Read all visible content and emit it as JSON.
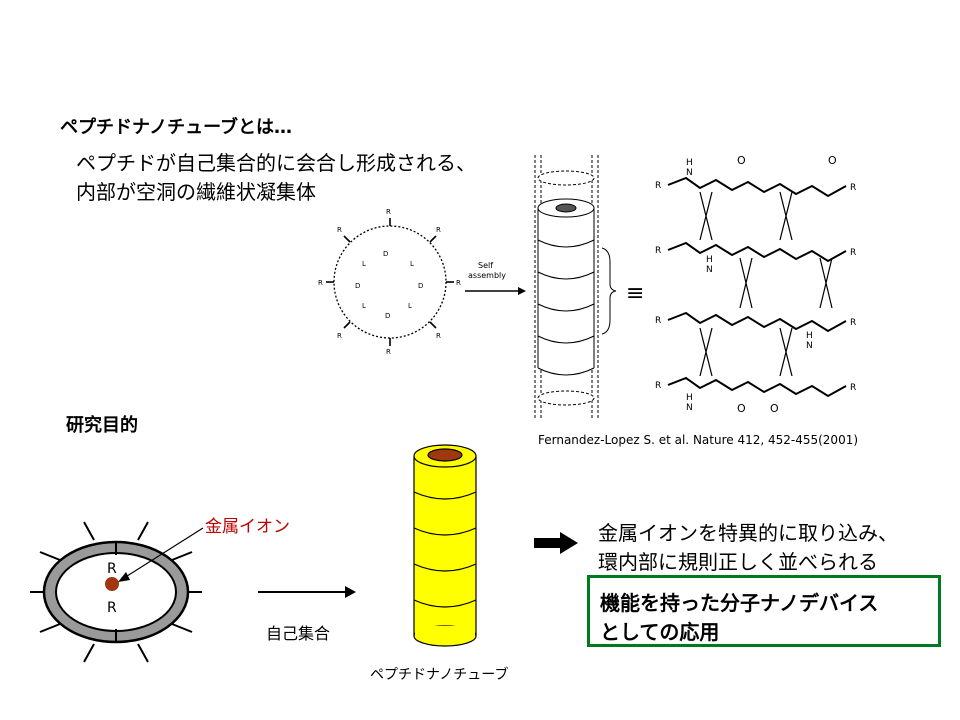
{
  "intro": {
    "heading": "ペプチドナノチューブとは…",
    "description_line1": "ペプチドが自己集合的に会合し形成される、",
    "description_line2": "内部が空洞の繊維状凝集体"
  },
  "top_figure": {
    "arrow_label_line1": "Self",
    "arrow_label_line2": "assembly",
    "equiv_symbol": "≡",
    "ring_letters": [
      "D",
      "L",
      "D",
      "L",
      "D",
      "L",
      "D",
      "L"
    ],
    "r_label": "R",
    "atom_labels": [
      "O",
      "H",
      "N"
    ],
    "citation": "Fernandez-Lopez S. et al. Nature 412, 452-455(2001)"
  },
  "purpose": {
    "heading": "研究目的",
    "metal_ion_label": "金属イオン",
    "ring_r_top": "R",
    "ring_r_bottom": "R",
    "assembly_label": "自己集合",
    "tube_caption": "ペプチドナノチューブ",
    "result_line1": "金属イオンを特異的に取り込み、",
    "result_line2": "環内部に規則正しく並べられる",
    "box_line1": "機能を持った分子ナノデバイス",
    "box_line2": "としての応用"
  },
  "colors": {
    "tube_fill": "#ffff00",
    "tube_hole": "#a0380f",
    "metal_ion": "#a0380f",
    "metal_label": "#c00000",
    "box_border": "#007a1f",
    "ring_fill": "#9a9a9a"
  }
}
